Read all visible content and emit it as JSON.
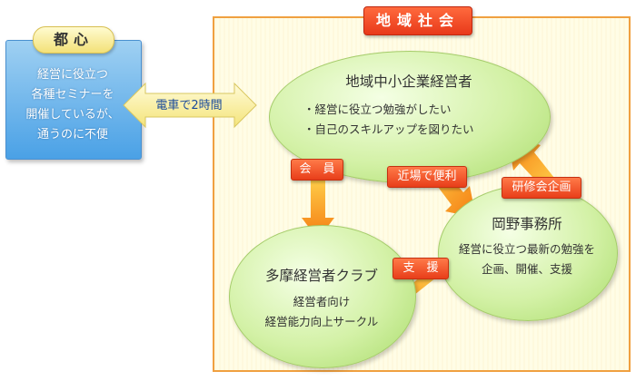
{
  "city": {
    "title": "都心",
    "text": "経営に役立つ\n各種セミナーを\n開催しているが、\n通うのに不便"
  },
  "transit_label": "電車で2時間",
  "region": {
    "title": "地域社会"
  },
  "main_node": {
    "title": "地域中小企業経営者",
    "points": "・経営に役立つ勉強がしたい\n・自己のスキルアップを図りたい"
  },
  "office_node": {
    "title": "岡野事務所",
    "text": "経営に役立つ最新の勉強を\n企画、開催、支援"
  },
  "club_node": {
    "title": "多摩経営者クラブ",
    "text": "経営者向け\n経営能力向上サークル"
  },
  "tags": {
    "member": "会　員",
    "nearby": "近場で便利",
    "training": "研修会企画",
    "support": "支　援"
  }
}
